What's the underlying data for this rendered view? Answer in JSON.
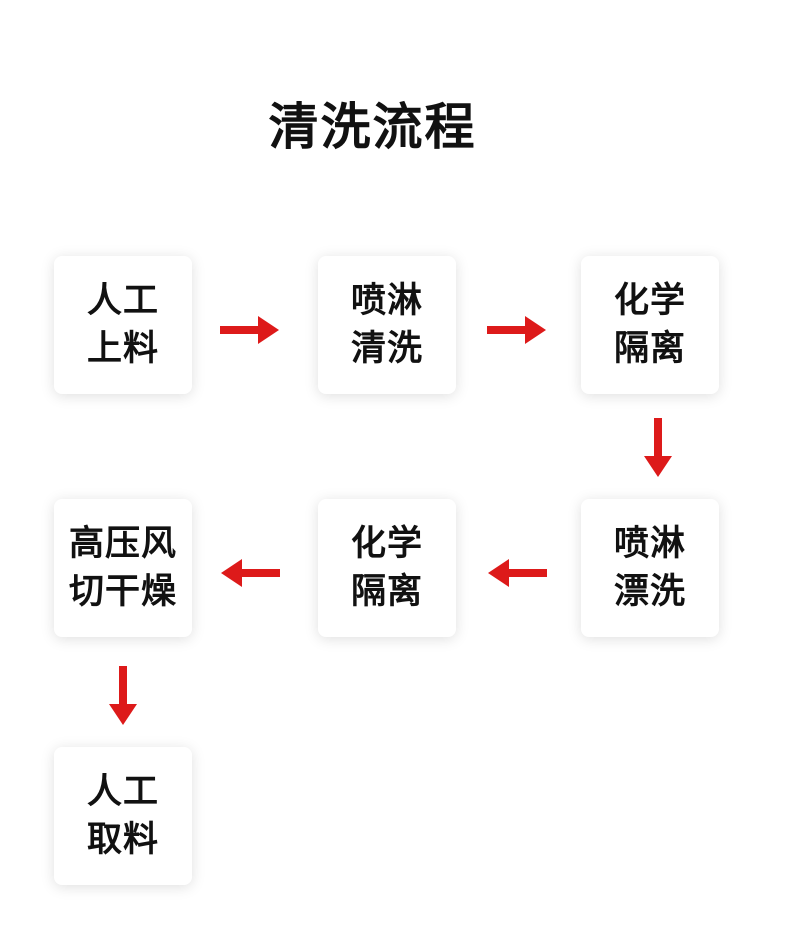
{
  "title": "清洗流程",
  "accent_color": "#dd1a1a",
  "steps": [
    {
      "line1": "人工",
      "line2": "上料"
    },
    {
      "line1": "喷淋",
      "line2": "清洗"
    },
    {
      "line1": "化学",
      "line2": "隔离"
    },
    {
      "line1": "喷淋",
      "line2": "漂洗"
    },
    {
      "line1": "化学",
      "line2": "隔离"
    },
    {
      "line1": "高压风",
      "line2": "切干燥"
    },
    {
      "line1": "人工",
      "line2": "取料"
    }
  ]
}
